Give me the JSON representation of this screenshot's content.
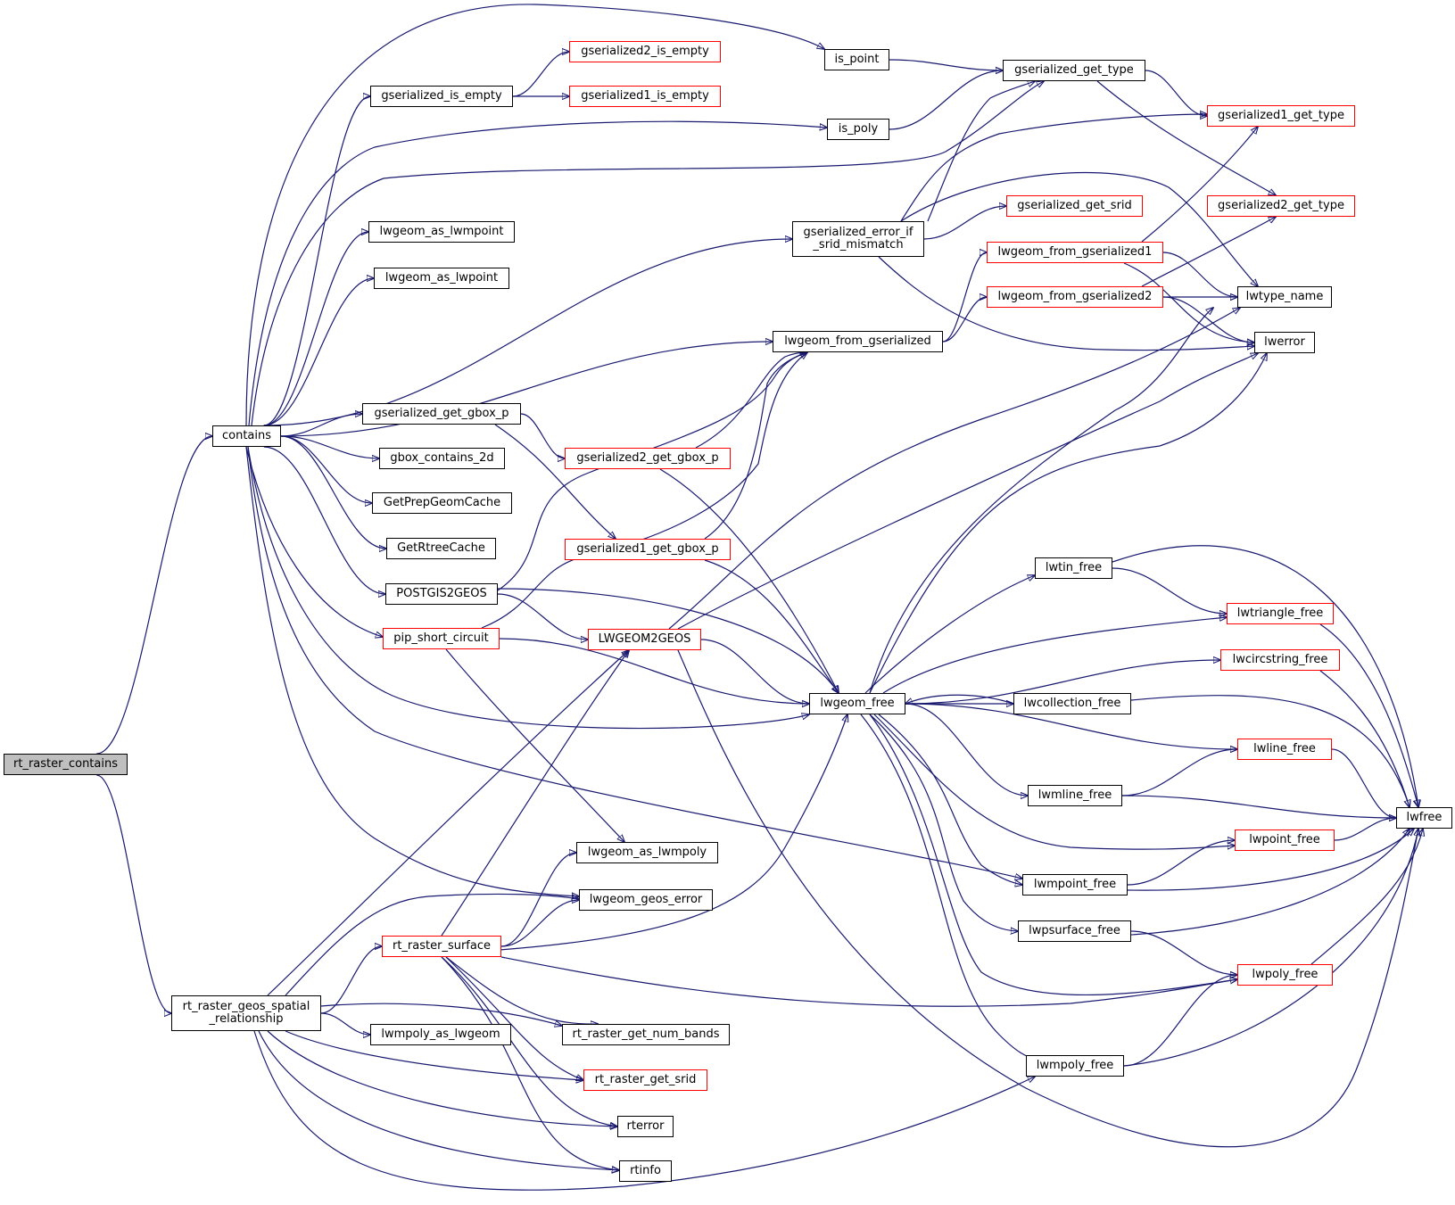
{
  "graph": {
    "edge_color": "#191970",
    "highlight_border": "#ff0000",
    "root_fill": "#bfbfbf",
    "nodes": [
      {
        "id": "rt_raster_contains",
        "label": "rt_raster_contains",
        "style": "root"
      },
      {
        "id": "contains",
        "label": "contains",
        "style": "normal"
      },
      {
        "id": "rt_raster_geos_spatial_relationship",
        "label": "rt_raster_geos_spatial\n_relationship",
        "style": "normal"
      },
      {
        "id": "gserialized_is_empty",
        "label": "gserialized_is_empty",
        "style": "normal"
      },
      {
        "id": "gserialized2_is_empty",
        "label": "gserialized2_is_empty",
        "style": "red"
      },
      {
        "id": "gserialized1_is_empty",
        "label": "gserialized1_is_empty",
        "style": "red"
      },
      {
        "id": "is_point",
        "label": "is_point",
        "style": "normal"
      },
      {
        "id": "is_poly",
        "label": "is_poly",
        "style": "normal"
      },
      {
        "id": "gserialized_get_type",
        "label": "gserialized_get_type",
        "style": "normal"
      },
      {
        "id": "gserialized1_get_type",
        "label": "gserialized1_get_type",
        "style": "red"
      },
      {
        "id": "gserialized2_get_type",
        "label": "gserialized2_get_type",
        "style": "red"
      },
      {
        "id": "lwgeom_as_lwmpoint",
        "label": "lwgeom_as_lwmpoint",
        "style": "normal"
      },
      {
        "id": "lwgeom_as_lwpoint",
        "label": "lwgeom_as_lwpoint",
        "style": "normal"
      },
      {
        "id": "gserialized_error_if_srid_mismatch",
        "label": "gserialized_error_if\n_srid_mismatch",
        "style": "normal"
      },
      {
        "id": "gserialized_get_srid",
        "label": "gserialized_get_srid",
        "style": "red"
      },
      {
        "id": "lwgeom_from_gserialized1",
        "label": "lwgeom_from_gserialized1",
        "style": "red"
      },
      {
        "id": "lwgeom_from_gserialized2",
        "label": "lwgeom_from_gserialized2",
        "style": "red"
      },
      {
        "id": "lwtype_name",
        "label": "lwtype_name",
        "style": "normal"
      },
      {
        "id": "lwerror",
        "label": "lwerror",
        "style": "normal"
      },
      {
        "id": "lwgeom_from_gserialized",
        "label": "lwgeom_from_gserialized",
        "style": "normal"
      },
      {
        "id": "gserialized_get_gbox_p",
        "label": "gserialized_get_gbox_p",
        "style": "normal"
      },
      {
        "id": "gbox_contains_2d",
        "label": "gbox_contains_2d",
        "style": "normal"
      },
      {
        "id": "gserialized2_get_gbox_p",
        "label": "gserialized2_get_gbox_p",
        "style": "red"
      },
      {
        "id": "GetPrepGeomCache",
        "label": "GetPrepGeomCache",
        "style": "normal"
      },
      {
        "id": "GetRtreeCache",
        "label": "GetRtreeCache",
        "style": "normal"
      },
      {
        "id": "gserialized1_get_gbox_p",
        "label": "gserialized1_get_gbox_p",
        "style": "red"
      },
      {
        "id": "POSTGIS2GEOS",
        "label": "POSTGIS2GEOS",
        "style": "normal"
      },
      {
        "id": "pip_short_circuit",
        "label": "pip_short_circuit",
        "style": "red"
      },
      {
        "id": "LWGEOM2GEOS",
        "label": "LWGEOM2GEOS",
        "style": "red"
      },
      {
        "id": "lwtin_free",
        "label": "lwtin_free",
        "style": "normal"
      },
      {
        "id": "lwtriangle_free",
        "label": "lwtriangle_free",
        "style": "red"
      },
      {
        "id": "lwcircstring_free",
        "label": "lwcircstring_free",
        "style": "red"
      },
      {
        "id": "lwgeom_free",
        "label": "lwgeom_free",
        "style": "normal"
      },
      {
        "id": "lwcollection_free",
        "label": "lwcollection_free",
        "style": "normal"
      },
      {
        "id": "lwline_free",
        "label": "lwline_free",
        "style": "red"
      },
      {
        "id": "lwmline_free",
        "label": "lwmline_free",
        "style": "normal"
      },
      {
        "id": "lwfree",
        "label": "lwfree",
        "style": "normal"
      },
      {
        "id": "lwpoint_free",
        "label": "lwpoint_free",
        "style": "red"
      },
      {
        "id": "lwgeom_as_lwmpoly",
        "label": "lwgeom_as_lwmpoly",
        "style": "normal"
      },
      {
        "id": "lwmpoint_free",
        "label": "lwmpoint_free",
        "style": "normal"
      },
      {
        "id": "lwgeom_geos_error",
        "label": "lwgeom_geos_error",
        "style": "normal"
      },
      {
        "id": "rt_raster_surface",
        "label": "rt_raster_surface",
        "style": "red"
      },
      {
        "id": "lwpsurface_free",
        "label": "lwpsurface_free",
        "style": "normal"
      },
      {
        "id": "lwpoly_free",
        "label": "lwpoly_free",
        "style": "red"
      },
      {
        "id": "lwmpoly_as_lwgeom",
        "label": "lwmpoly_as_lwgeom",
        "style": "normal"
      },
      {
        "id": "rt_raster_get_num_bands",
        "label": "rt_raster_get_num_bands",
        "style": "normal"
      },
      {
        "id": "lwmpoly_free",
        "label": "lwmpoly_free",
        "style": "normal"
      },
      {
        "id": "rt_raster_get_srid",
        "label": "rt_raster_get_srid",
        "style": "red"
      },
      {
        "id": "rterror",
        "label": "rterror",
        "style": "normal"
      },
      {
        "id": "rtinfo",
        "label": "rtinfo",
        "style": "normal"
      }
    ],
    "edges": [
      [
        "rt_raster_contains",
        "contains"
      ],
      [
        "rt_raster_contains",
        "rt_raster_geos_spatial_relationship"
      ],
      [
        "contains",
        "is_point"
      ],
      [
        "contains",
        "gserialized_is_empty"
      ],
      [
        "contains",
        "is_poly"
      ],
      [
        "contains",
        "gserialized_get_type"
      ],
      [
        "contains",
        "lwgeom_as_lwmpoint"
      ],
      [
        "contains",
        "lwgeom_as_lwpoint"
      ],
      [
        "contains",
        "gserialized_error_if_srid_mismatch"
      ],
      [
        "contains",
        "lwgeom_from_gserialized"
      ],
      [
        "contains",
        "gserialized_get_gbox_p"
      ],
      [
        "contains",
        "gbox_contains_2d"
      ],
      [
        "contains",
        "GetPrepGeomCache"
      ],
      [
        "contains",
        "GetRtreeCache"
      ],
      [
        "contains",
        "POSTGIS2GEOS"
      ],
      [
        "contains",
        "pip_short_circuit"
      ],
      [
        "contains",
        "lwgeom_free"
      ],
      [
        "contains",
        "lwmpoint_free"
      ],
      [
        "contains",
        "lwgeom_geos_error"
      ],
      [
        "gserialized_is_empty",
        "gserialized2_is_empty"
      ],
      [
        "gserialized_is_empty",
        "gserialized1_is_empty"
      ],
      [
        "is_point",
        "gserialized_get_type"
      ],
      [
        "is_poly",
        "gserialized_get_type"
      ],
      [
        "gserialized_get_type",
        "gserialized1_get_type"
      ],
      [
        "gserialized_get_type",
        "gserialized2_get_type"
      ],
      [
        "gserialized_error_if_srid_mismatch",
        "gserialized_get_type"
      ],
      [
        "gserialized_error_if_srid_mismatch",
        "gserialized1_get_type"
      ],
      [
        "gserialized_error_if_srid_mismatch",
        "gserialized_get_srid"
      ],
      [
        "gserialized_error_if_srid_mismatch",
        "lwtype_name"
      ],
      [
        "gserialized_error_if_srid_mismatch",
        "lwerror"
      ],
      [
        "lwgeom_from_gserialized",
        "lwgeom_from_gserialized1"
      ],
      [
        "lwgeom_from_gserialized",
        "lwgeom_from_gserialized2"
      ],
      [
        "lwgeom_from_gserialized1",
        "gserialized1_get_type"
      ],
      [
        "lwgeom_from_gserialized1",
        "lwtype_name"
      ],
      [
        "lwgeom_from_gserialized1",
        "lwerror"
      ],
      [
        "lwgeom_from_gserialized2",
        "gserialized2_get_type"
      ],
      [
        "lwgeom_from_gserialized2",
        "lwtype_name"
      ],
      [
        "lwgeom_from_gserialized2",
        "lwerror"
      ],
      [
        "gserialized_get_gbox_p",
        "gserialized2_get_gbox_p"
      ],
      [
        "gserialized_get_gbox_p",
        "gserialized1_get_gbox_p"
      ],
      [
        "gserialized2_get_gbox_p",
        "lwgeom_from_gserialized"
      ],
      [
        "gserialized2_get_gbox_p",
        "lwgeom_free"
      ],
      [
        "gserialized1_get_gbox_p",
        "lwgeom_from_gserialized"
      ],
      [
        "gserialized1_get_gbox_p",
        "lwgeom_free"
      ],
      [
        "POSTGIS2GEOS",
        "lwgeom_from_gserialized"
      ],
      [
        "POSTGIS2GEOS",
        "LWGEOM2GEOS"
      ],
      [
        "POSTGIS2GEOS",
        "lwgeom_free"
      ],
      [
        "pip_short_circuit",
        "lwgeom_from_gserialized"
      ],
      [
        "pip_short_circuit",
        "lwgeom_free"
      ],
      [
        "pip_short_circuit",
        "lwgeom_as_lwmpoly"
      ],
      [
        "LWGEOM2GEOS",
        "lwtype_name"
      ],
      [
        "LWGEOM2GEOS",
        "lwerror"
      ],
      [
        "LWGEOM2GEOS",
        "lwgeom_free"
      ],
      [
        "LWGEOM2GEOS",
        "lwfree"
      ],
      [
        "lwgeom_free",
        "lwtin_free"
      ],
      [
        "lwgeom_free",
        "lwtriangle_free"
      ],
      [
        "lwgeom_free",
        "lwcircstring_free"
      ],
      [
        "lwgeom_free",
        "lwcollection_free"
      ],
      [
        "lwgeom_free",
        "lwline_free"
      ],
      [
        "lwgeom_free",
        "lwmline_free"
      ],
      [
        "lwgeom_free",
        "lwpoint_free"
      ],
      [
        "lwgeom_free",
        "lwmpoint_free"
      ],
      [
        "lwgeom_free",
        "lwpsurface_free"
      ],
      [
        "lwgeom_free",
        "lwpoly_free"
      ],
      [
        "lwgeom_free",
        "lwmpoly_free"
      ],
      [
        "lwgeom_free",
        "lwtype_name"
      ],
      [
        "lwgeom_free",
        "lwerror"
      ],
      [
        "lwtin_free",
        "lwtriangle_free"
      ],
      [
        "lwtin_free",
        "lwfree"
      ],
      [
        "lwtriangle_free",
        "lwfree"
      ],
      [
        "lwcircstring_free",
        "lwfree"
      ],
      [
        "lwcollection_free",
        "lwgeom_free"
      ],
      [
        "lwcollection_free",
        "lwfree"
      ],
      [
        "lwline_free",
        "lwfree"
      ],
      [
        "lwmline_free",
        "lwline_free"
      ],
      [
        "lwmline_free",
        "lwfree"
      ],
      [
        "lwpoint_free",
        "lwfree"
      ],
      [
        "lwmpoint_free",
        "lwpoint_free"
      ],
      [
        "lwmpoint_free",
        "lwfree"
      ],
      [
        "lwpsurface_free",
        "lwpoly_free"
      ],
      [
        "lwpsurface_free",
        "lwfree"
      ],
      [
        "lwpoly_free",
        "lwfree"
      ],
      [
        "lwmpoly_free",
        "lwpoly_free"
      ],
      [
        "lwmpoly_free",
        "lwfree"
      ],
      [
        "rt_raster_geos_spatial_relationship",
        "LWGEOM2GEOS"
      ],
      [
        "rt_raster_geos_spatial_relationship",
        "lwgeom_geos_error"
      ],
      [
        "rt_raster_geos_spatial_relationship",
        "rt_raster_surface"
      ],
      [
        "rt_raster_geos_spatial_relationship",
        "lwmpoly_as_lwgeom"
      ],
      [
        "rt_raster_geos_spatial_relationship",
        "rt_raster_get_num_bands"
      ],
      [
        "rt_raster_geos_spatial_relationship",
        "rt_raster_get_srid"
      ],
      [
        "rt_raster_geos_spatial_relationship",
        "rterror"
      ],
      [
        "rt_raster_geos_spatial_relationship",
        "rtinfo"
      ],
      [
        "rt_raster_geos_spatial_relationship",
        "lwmpoly_free"
      ],
      [
        "rt_raster_surface",
        "LWGEOM2GEOS"
      ],
      [
        "rt_raster_surface",
        "lwgeom_as_lwmpoly"
      ],
      [
        "rt_raster_surface",
        "lwgeom_geos_error"
      ],
      [
        "rt_raster_surface",
        "lwgeom_free"
      ],
      [
        "rt_raster_surface",
        "lwpoly_free"
      ],
      [
        "rt_raster_surface",
        "rt_raster_get_num_bands"
      ],
      [
        "rt_raster_surface",
        "rt_raster_get_srid"
      ],
      [
        "rt_raster_surface",
        "rterror"
      ],
      [
        "rt_raster_surface",
        "rtinfo"
      ]
    ]
  }
}
